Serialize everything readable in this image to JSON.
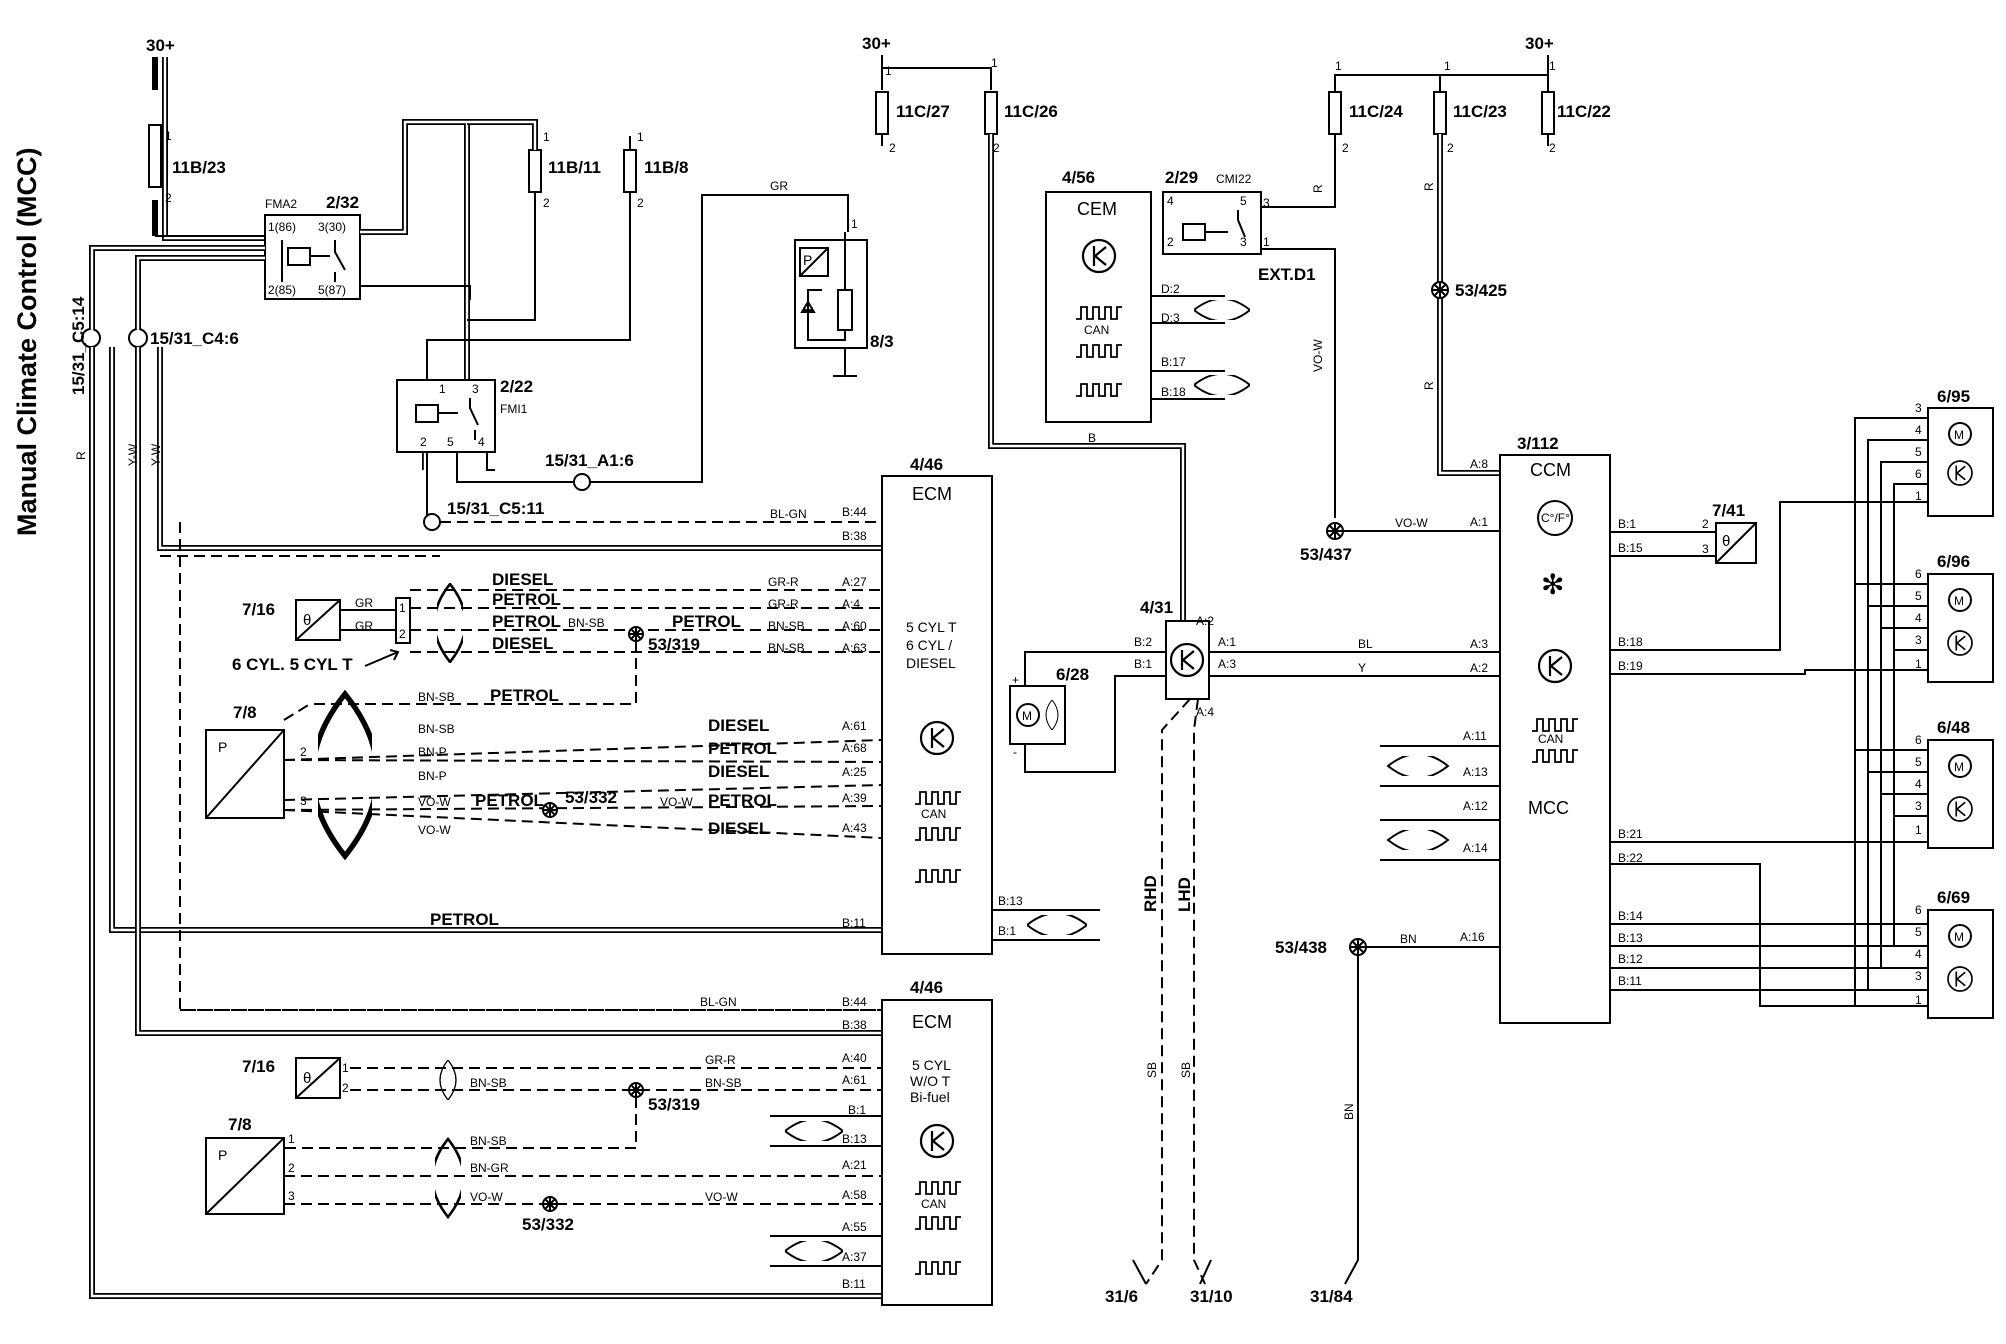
{
  "title": "Manual Climate Control (MCC)",
  "supplies": [
    "30+",
    "30+",
    "30+"
  ],
  "fuses": [
    {
      "id": "11B/23",
      "pins": [
        "1",
        "2"
      ]
    },
    {
      "id": "11B/11",
      "pins": [
        "1",
        "2"
      ]
    },
    {
      "id": "11B/8",
      "pins": [
        "1",
        "2"
      ]
    },
    {
      "id": "11C/27",
      "pins": [
        "1",
        "2"
      ]
    },
    {
      "id": "11C/26",
      "pins": [
        "1",
        "2"
      ]
    },
    {
      "id": "11C/24",
      "pins": [
        "1",
        "2"
      ]
    },
    {
      "id": "11C/23",
      "pins": [
        "1",
        "2"
      ]
    },
    {
      "id": "11C/22",
      "pins": [
        "1",
        "2"
      ]
    }
  ],
  "relays": [
    {
      "id": "2/32",
      "name": "FMA2",
      "pins": [
        "1(86)",
        "3(30)",
        "2(85)",
        "5(87)"
      ]
    },
    {
      "id": "2/22",
      "name": "FMI1",
      "pins": [
        "1",
        "3",
        "2",
        "5",
        "4"
      ]
    },
    {
      "id": "2/29",
      "name": "CMI22",
      "pins": [
        "4",
        "5",
        "3",
        "2",
        "3",
        "1"
      ]
    }
  ],
  "splices": [
    "15/31_C5:14",
    "15/31_C4:6",
    "15/31_A1:6",
    "15/31_C5:11",
    "53/425",
    "53/437",
    "53/319",
    "53/332",
    "53/438",
    "53/319",
    "53/332"
  ],
  "grounds": [
    "31/6",
    "31/10",
    "31/84"
  ],
  "sensor_8_3": {
    "id": "8/3",
    "pin": "1",
    "symbol": "P"
  },
  "cem": {
    "id": "4/56",
    "name": "CEM",
    "can": "CAN",
    "pins": [
      "D:2",
      "D:3",
      "B:17",
      "B:18"
    ],
    "ext": "EXT.D1"
  },
  "ecm1": {
    "id": "4/46",
    "name": "ECM",
    "variant": [
      "5 CYL T",
      "6 CYL /",
      "DIESEL"
    ],
    "can": "CAN",
    "pins": [
      "B:44",
      "B:38",
      "A:27",
      "A:4",
      "A:60",
      "A:63",
      "A:61",
      "A:68",
      "A:25",
      "A:39",
      "A:43",
      "B:11",
      "B:13",
      "B:1"
    ]
  },
  "ecm2": {
    "id": "4/46",
    "name": "ECM",
    "variant": [
      "5 CYL",
      "W/O T",
      "Bi-fuel"
    ],
    "can": "CAN",
    "pins": [
      "B:44",
      "B:38",
      "A:40",
      "A:61",
      "B:1",
      "B:13",
      "A:21",
      "A:58",
      "A:55",
      "A:37",
      "B:11"
    ]
  },
  "ccm": {
    "id": "3/112",
    "name": "CCM",
    "unit": "C°/F°",
    "can": "CAN",
    "mcc": "MCC",
    "left_pins": [
      "A:8",
      "A:1",
      "A:3",
      "A:2",
      "A:11",
      "A:13",
      "A:12",
      "A:14",
      "A:16"
    ],
    "right_pins": [
      "B:1",
      "B:15",
      "B:18",
      "B:19",
      "B:21",
      "B:22",
      "B:14",
      "B:13",
      "B:12",
      "B:11"
    ]
  },
  "fan_ctrl": {
    "id": "4/31",
    "pins": [
      "A:2",
      "B:2",
      "B:1",
      "A:1",
      "A:3",
      "A:4"
    ]
  },
  "fan_motor": {
    "id": "6/28",
    "pins": [
      "+",
      "-"
    ]
  },
  "sensor_7_41": {
    "id": "7/41",
    "pins": [
      "2",
      "3"
    ]
  },
  "sensor_7_16": {
    "id": "7/16",
    "pins": [
      "1",
      "2"
    ],
    "variant": "6 CYL. 5 CYL T"
  },
  "sensor_7_8": {
    "id": "7/8",
    "pins": [
      "1",
      "2",
      "3"
    ],
    "symbol": "P"
  },
  "actuators": [
    {
      "id": "6/95",
      "pins": [
        "3",
        "4",
        "5",
        "6",
        "1"
      ]
    },
    {
      "id": "6/96",
      "pins": [
        "6",
        "5",
        "4",
        "3",
        "1"
      ]
    },
    {
      "id": "6/48",
      "pins": [
        "6",
        "5",
        "4",
        "3",
        "1"
      ]
    },
    {
      "id": "6/69",
      "pins": [
        "6",
        "5",
        "4",
        "3",
        "1"
      ]
    }
  ],
  "wire_colors": {
    "gr": "GR",
    "b": "B",
    "r": "R",
    "vow": "VO-W",
    "bl": "BL",
    "y": "Y",
    "bn": "BN",
    "sb": "SB",
    "blgn": "BL-GN",
    "grr": "GR-R",
    "bnsb": "BN-SB",
    "bnp": "BN-P",
    "bngr": "BN-GR",
    "yw": "Y-W"
  },
  "fuel_labels": {
    "diesel": "DIESEL",
    "petrol": "PETROL"
  },
  "drive_side": {
    "rhd": "RHD",
    "lhd": "LHD"
  },
  "symbols": {
    "theta": "θ",
    "motor": "M",
    "ctrl": "K",
    "snowflake": "✻"
  }
}
